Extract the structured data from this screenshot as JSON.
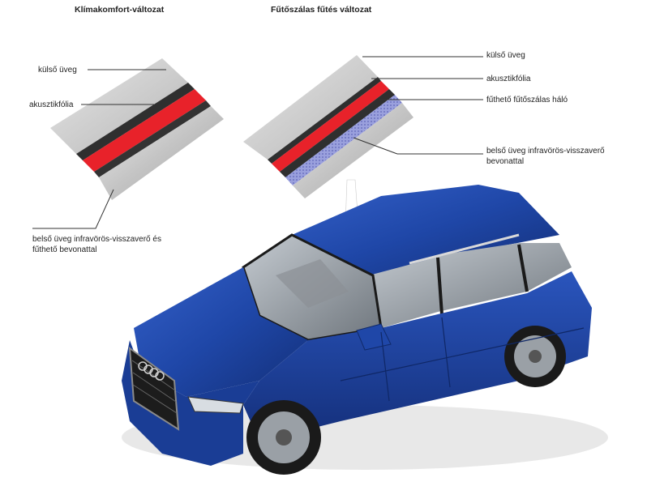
{
  "left_variant": {
    "title": "Klímakomfort-változat",
    "labels": {
      "outer_glass": "külső üveg",
      "acoustic_foil": "akusztikfólia",
      "inner_glass_line1": "belső üveg infravörös-visszaverő és",
      "inner_glass_line2": "fűthető bevonattal"
    }
  },
  "right_variant": {
    "title": "Fűtőszálas fűtés változat",
    "labels": {
      "outer_glass": "külső üveg",
      "acoustic_foil": "akusztikfólia",
      "heating_mesh": "fűthető fűtőszálas háló",
      "inner_glass_line1": "belső üveg infravörös-visszaverő",
      "inner_glass_line2": "bevonattal"
    }
  },
  "colors": {
    "car_body": "#1f47a8",
    "acoustic_foil": "#e8222a",
    "heating_mesh": "#8f96d6",
    "glass_light": "#cfcfcf",
    "glass_dark": "#8a8a8a"
  }
}
